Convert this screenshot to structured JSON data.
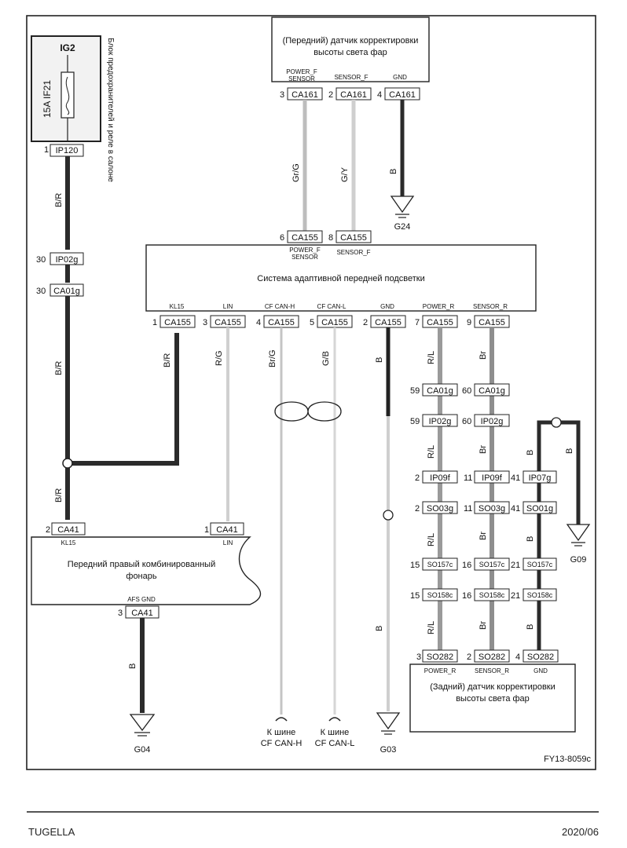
{
  "page": {
    "model": "TUGELLA",
    "date": "2020/06",
    "diagram_code": "FY13-8059c"
  },
  "fuse_box": {
    "name": "Блок предохранителей и реле в салоне",
    "feed": "IG2",
    "fuse": "15A IF21",
    "connector_pin": "1",
    "connector": "IP120"
  },
  "front_sensor": {
    "title_line1": "(Передний) датчик корректировки",
    "title_line2": "высоты света фар",
    "pins": [
      {
        "label1": "POWER_F",
        "label2": "SENSOR",
        "pin": "3",
        "connector": "CA161",
        "wire": "Gr/G"
      },
      {
        "label1": "SENSOR_F",
        "label2": "",
        "pin": "2",
        "connector": "CA161",
        "wire": "G/Y"
      },
      {
        "label1": "GND",
        "label2": "",
        "pin": "4",
        "connector": "CA161",
        "wire": "B"
      }
    ],
    "ground": "G24"
  },
  "afs_module": {
    "title": "Система адаптивной передней подсветки",
    "top_pins": [
      {
        "pin": "6",
        "connector": "CA155",
        "label1": "POWER_F",
        "label2": "SENSOR"
      },
      {
        "pin": "8",
        "connector": "CA155",
        "label1": "SENSOR_F",
        "label2": ""
      }
    ],
    "bottom_pins": [
      {
        "label": "KL15",
        "pin": "1",
        "connector": "CA155",
        "wire": "B/R"
      },
      {
        "label": "LIN",
        "pin": "3",
        "connector": "CA155",
        "wire": "R/G"
      },
      {
        "label": "CF CAN-H",
        "pin": "4",
        "connector": "CA155",
        "wire": "Br/G"
      },
      {
        "label": "CF CAN-L",
        "pin": "5",
        "connector": "CA155",
        "wire": "G/B"
      },
      {
        "label": "GND",
        "pin": "2",
        "connector": "CA155",
        "wire": "B"
      },
      {
        "label": "POWER_R",
        "pin": "7",
        "connector": "CA155",
        "wire": "R/L"
      },
      {
        "label": "SENSOR_R",
        "pin": "9",
        "connector": "CA155",
        "wire": "Br"
      }
    ]
  },
  "left_chain": {
    "wire1": "B/R",
    "c1_pin": "30",
    "c1": "IP02g",
    "c2_pin": "30",
    "c2": "CA01g",
    "wire2": "B/R",
    "wire3": "B/R"
  },
  "headlamp": {
    "title_line1": "Передний правый комбинированный",
    "title_line2": "фонарь",
    "kl15_pin": "2",
    "kl15_conn": "CA41",
    "kl15_label": "KL15",
    "lin_pin": "1",
    "lin_conn": "CA41",
    "lin_label": "LIN",
    "gnd_label": "AFS GND",
    "gnd_pin": "3",
    "gnd_conn": "CA41",
    "gnd_wire": "B",
    "ground": "G04"
  },
  "can_bus": {
    "h_line1": "К шине",
    "h_line2": "CF CAN-H",
    "l_line1": "К шине",
    "l_line2": "CF CAN-L"
  },
  "gnd_wire": {
    "wire": "B",
    "ground": "G03"
  },
  "rear_chain": {
    "power": [
      {
        "pin": "59",
        "connector": "CA01g"
      },
      {
        "pin": "59",
        "connector": "IP02g"
      },
      {
        "pin": "2",
        "connector": "IP09f"
      },
      {
        "pin": "2",
        "connector": "SO03g"
      },
      {
        "pin": "15",
        "connector": "SO157c"
      },
      {
        "pin": "15",
        "connector": "SO158c"
      }
    ],
    "sensor": [
      {
        "pin": "60",
        "connector": "CA01g"
      },
      {
        "pin": "60",
        "connector": "IP02g"
      },
      {
        "pin": "11",
        "connector": "IP09f"
      },
      {
        "pin": "11",
        "connector": "SO03g"
      },
      {
        "pin": "16",
        "connector": "SO157c"
      },
      {
        "pin": "16",
        "connector": "SO158c"
      }
    ],
    "ground": [
      {
        "pin": "41",
        "connector": "IP07g"
      },
      {
        "pin": "41",
        "connector": "SO01g"
      },
      {
        "pin": "21",
        "connector": "SO157c"
      },
      {
        "pin": "21",
        "connector": "SO158c"
      }
    ],
    "power_wire": "R/L",
    "sensor_wire": "Br",
    "ground_wire": "B",
    "ground_point": "G09"
  },
  "rear_sensor": {
    "title_line1": "(Задний) датчик корректировки",
    "title_line2": "высоты света фар",
    "pins": [
      {
        "pin": "3",
        "connector": "SO282",
        "label": "POWER_R"
      },
      {
        "pin": "2",
        "connector": "SO282",
        "label": "SENSOR_R"
      },
      {
        "pin": "4",
        "connector": "SO282",
        "label": "GND"
      }
    ]
  }
}
